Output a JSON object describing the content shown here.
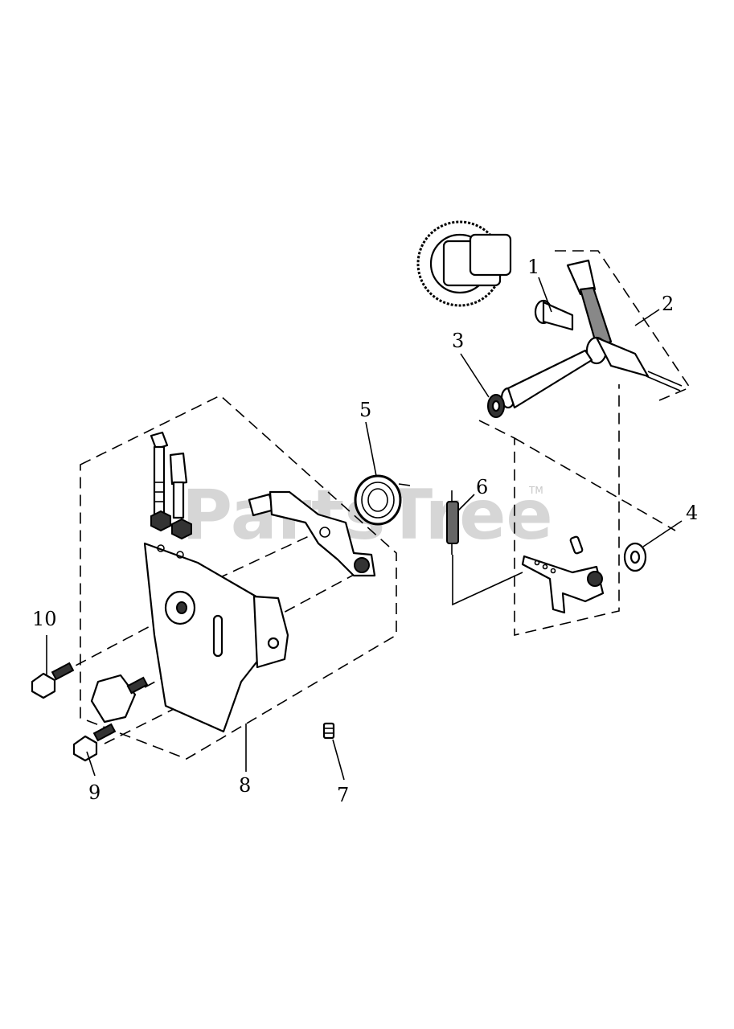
{
  "watermark": {
    "text": "PartsTree",
    "trademark": "TM"
  },
  "callouts": {
    "c1": "1",
    "c2": "2",
    "c3": "3",
    "c4": "4",
    "c5": "5",
    "c6": "6",
    "c7": "7",
    "c8": "8",
    "c9": "9",
    "c10": "10"
  },
  "colors": {
    "line": "#000000",
    "background": "#ffffff",
    "watermark": "#d6d6d6"
  }
}
